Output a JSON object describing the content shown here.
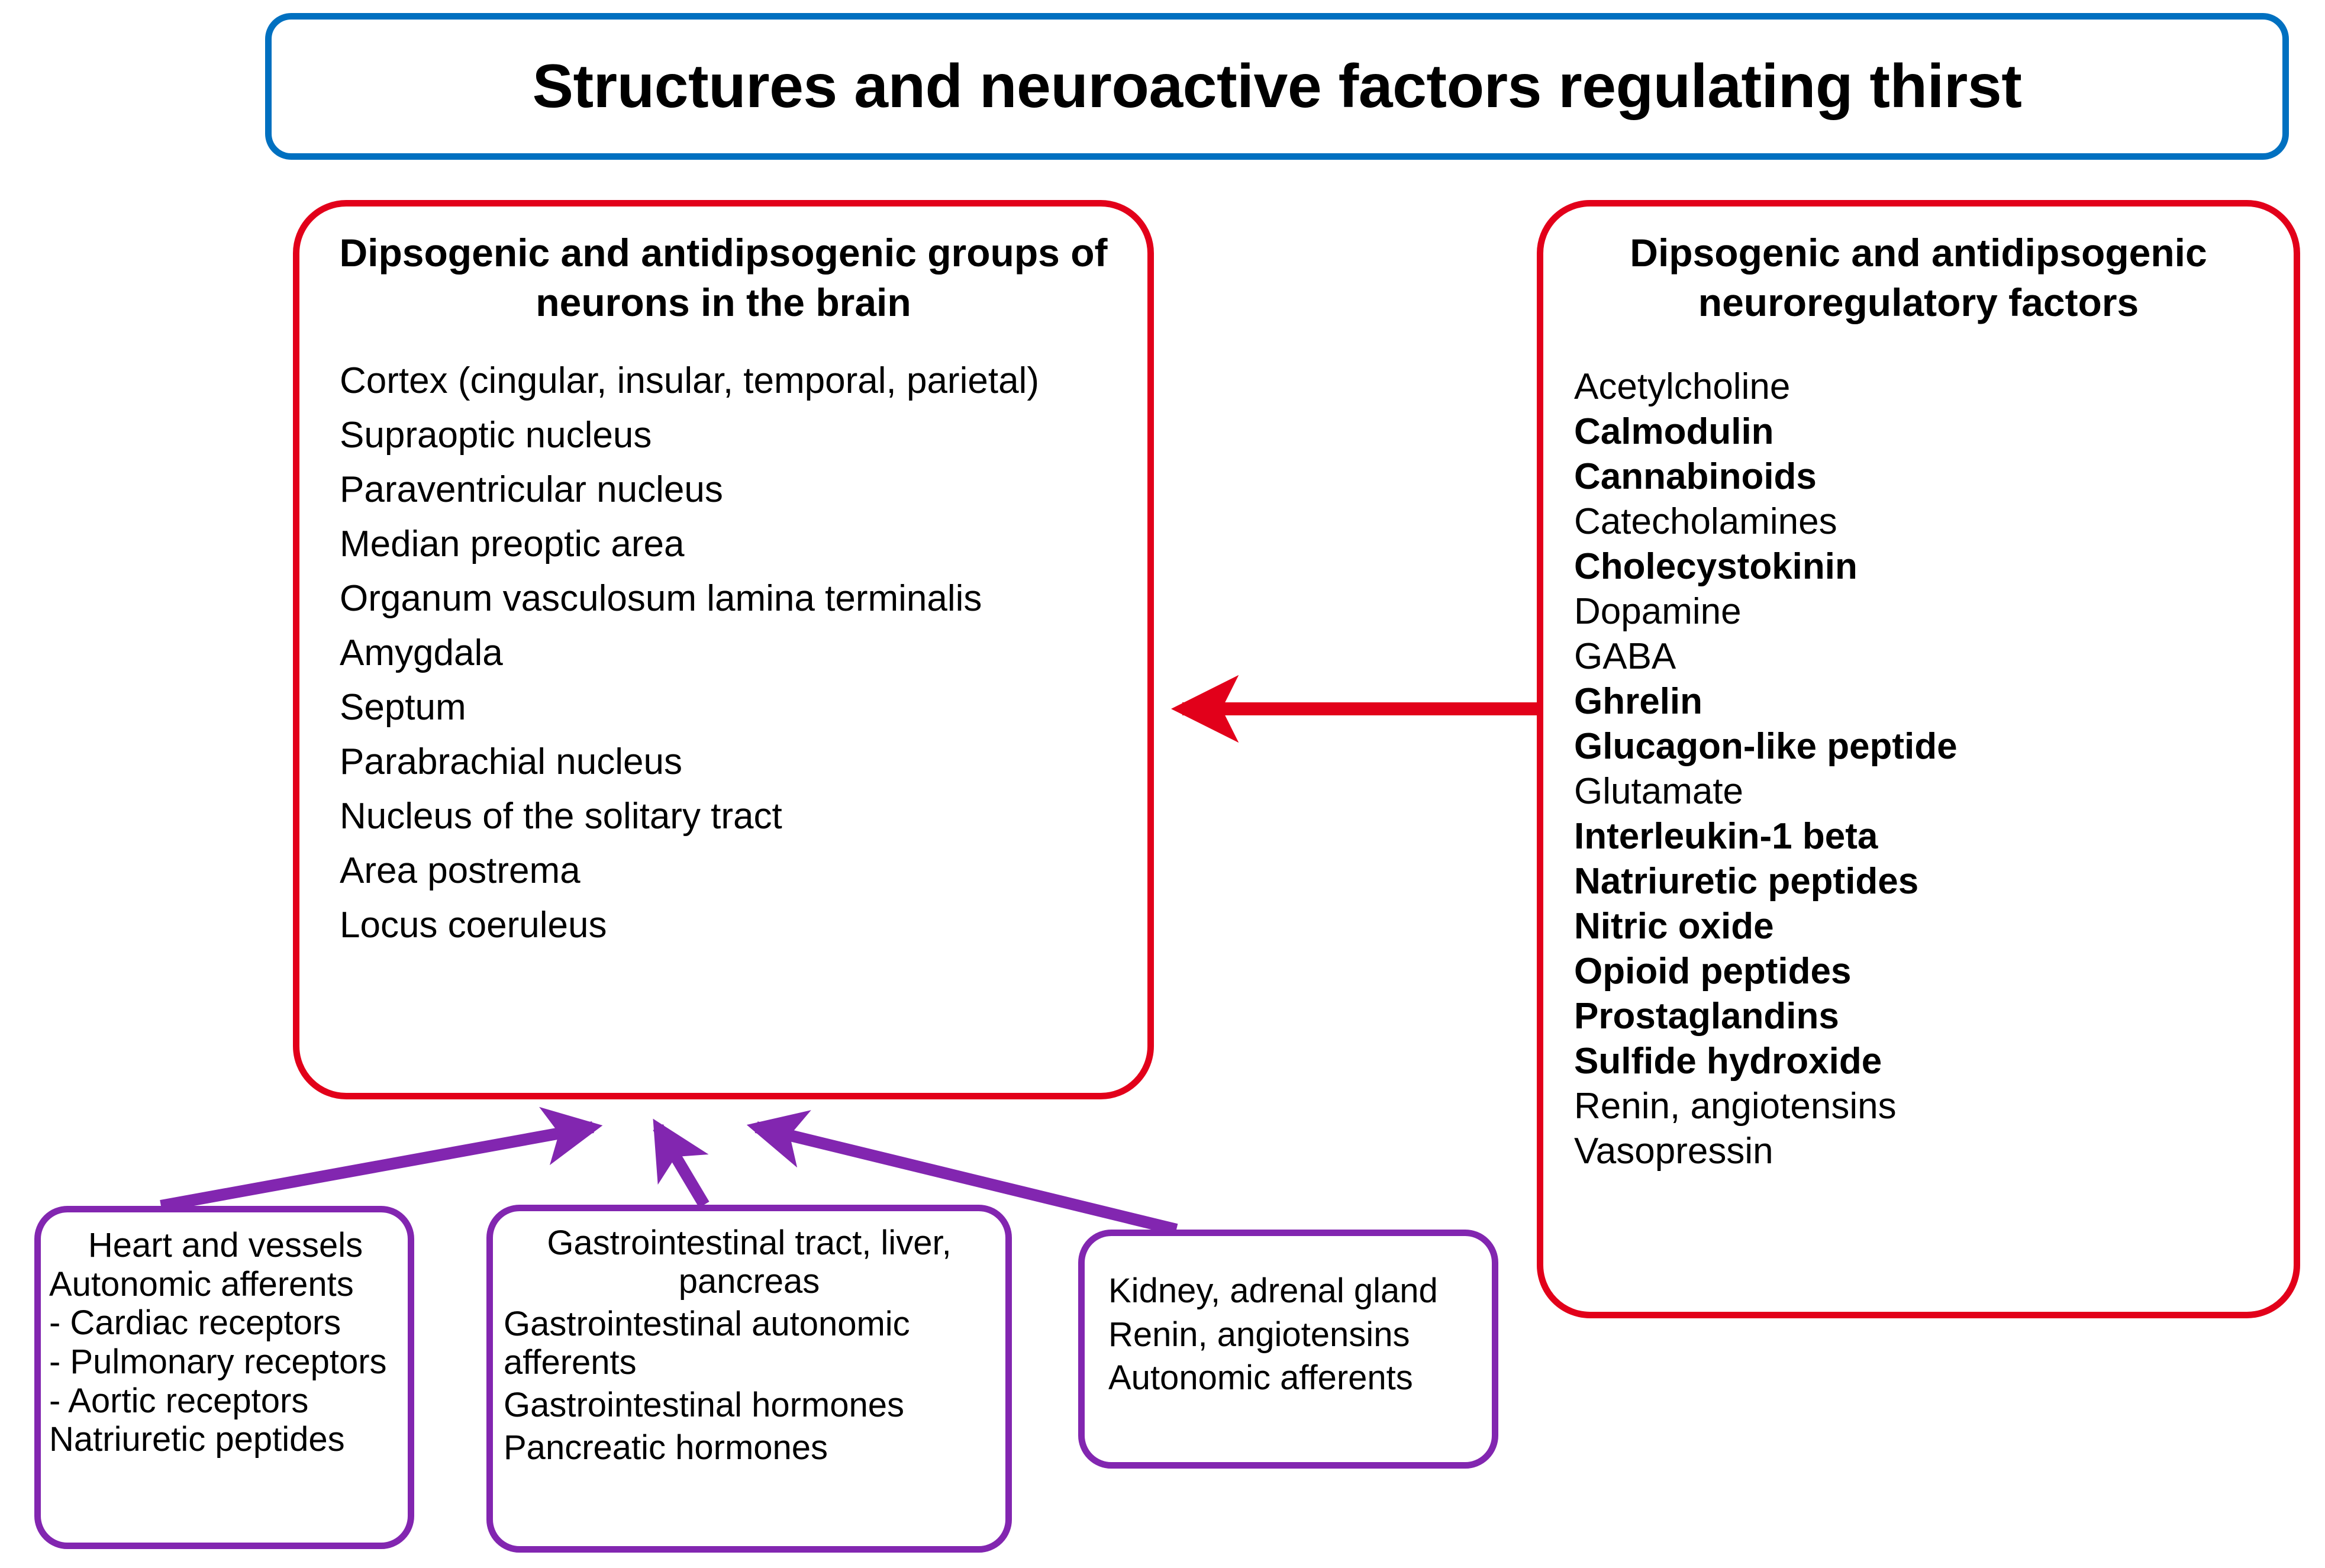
{
  "colors": {
    "title_border": "#0070C0",
    "panel_border_red": "#E2001A",
    "panel_border_purple": "#8226B0",
    "arrow_red": "#E2001A",
    "arrow_purple": "#8226B0",
    "text": "#000000",
    "background": "#FFFFFF"
  },
  "title": {
    "text": "Structures and neuroactive factors regulating thirst"
  },
  "neurons_panel": {
    "heading": "Dipsogenic and antidipsogenic groups of neurons in the brain",
    "items": [
      "Cortex (cingular, insular, temporal, parietal)",
      "Supraoptic nucleus",
      "Paraventricular nucleus",
      "Median preoptic area",
      "Organum vasculosum lamina terminalis",
      "Amygdala",
      "Septum",
      "Parabrachial nucleus",
      "Nucleus of the solitary tract",
      "Area postrema",
      "Locus coeruleus"
    ]
  },
  "factors_panel": {
    "heading": "Dipsogenic and antidipsogenic neuroregulatory factors",
    "items": [
      {
        "label": "Acetylcholine",
        "bold": false
      },
      {
        "label": "Calmodulin",
        "bold": true
      },
      {
        "label": "Cannabinoids",
        "bold": true
      },
      {
        "label": "Catecholamines",
        "bold": false
      },
      {
        "label": "Cholecystokinin",
        "bold": true
      },
      {
        "label": "Dopamine",
        "bold": false
      },
      {
        "label": "GABA",
        "bold": false
      },
      {
        "label": "Ghrelin",
        "bold": true
      },
      {
        "label": "Glucagon-like peptide",
        "bold": true
      },
      {
        "label": "Glutamate",
        "bold": false
      },
      {
        "label": "Interleukin-1 beta",
        "bold": true
      },
      {
        "label": "Natriuretic peptides",
        "bold": true
      },
      {
        "label": "Nitric oxide",
        "bold": true
      },
      {
        "label": "Opioid peptides",
        "bold": true
      },
      {
        "label": "Prostaglandins",
        "bold": true
      },
      {
        "label": "Sulfide hydroxide",
        "bold": true
      },
      {
        "label": "Renin, angiotensins",
        "bold": false
      },
      {
        "label": "Vasopressin",
        "bold": false
      }
    ]
  },
  "heart_panel": {
    "title": "Heart and vessels",
    "lines": [
      "Autonomic afferents",
      "- Cardiac receptors",
      "- Pulmonary receptors",
      "- Aortic receptors",
      "Natriuretic peptides"
    ]
  },
  "gi_panel": {
    "title": "Gastrointestinal tract, liver, pancreas",
    "lines": [
      "Gastrointestinal  autonomic afferents",
      "Gastrointestinal hormones",
      "Pancreatic hormones"
    ]
  },
  "kidney_panel": {
    "lines": [
      "Kidney, adrenal gland",
      "Renin, angiotensins",
      "Autonomic afferents"
    ]
  },
  "arrows": [
    {
      "name": "factors-to-neurons",
      "color": "#E2001A",
      "from": "factors_panel",
      "to": "neurons_panel"
    },
    {
      "name": "heart-to-neurons",
      "color": "#8226B0",
      "from": "heart_panel",
      "to": "neurons_panel"
    },
    {
      "name": "gi-to-neurons",
      "color": "#8226B0",
      "from": "gi_panel",
      "to": "neurons_panel"
    },
    {
      "name": "kidney-to-neurons",
      "color": "#8226B0",
      "from": "kidney_panel",
      "to": "neurons_panel"
    }
  ]
}
